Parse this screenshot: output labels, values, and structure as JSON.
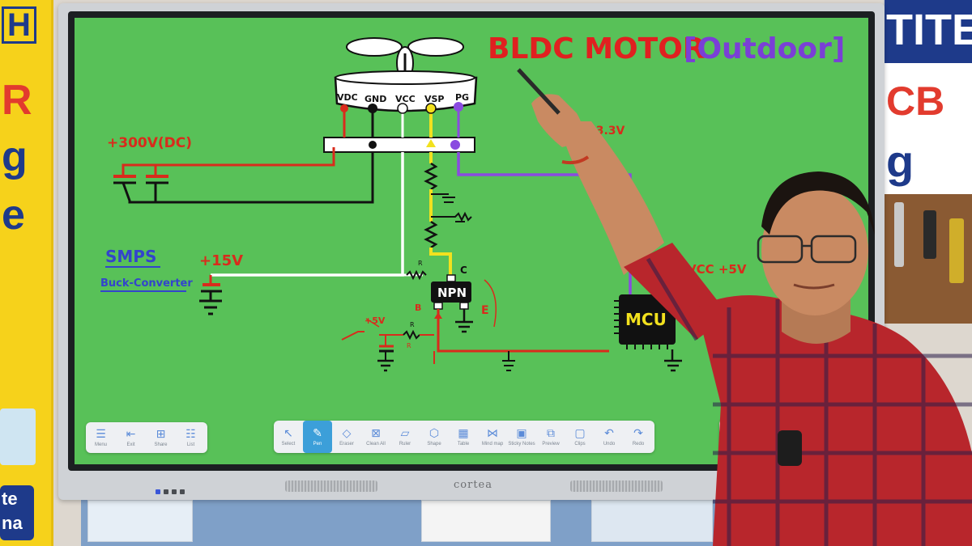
{
  "banner_left": {
    "letters": [
      "H",
      "R",
      "g",
      "e",
      "te",
      "na"
    ]
  },
  "banner_right": {
    "text1": "TITE",
    "text2": "CB",
    "text3": "g"
  },
  "monitor": {
    "brand": "cortea"
  },
  "whiteboard": {
    "title": "BLDC MOTOR",
    "subtitle": "[Outdoor]",
    "pins": [
      "VDC",
      "GND",
      "VCC",
      "VSP",
      "PG"
    ],
    "labels": {
      "dc300": "+300V(DC)",
      "smps": "SMPS",
      "buck": "Buck-Converter",
      "v15": "+15V",
      "v33": "+3.3V",
      "v5": "+5V",
      "vcc5": "VCC +5V",
      "npn": "NPN",
      "mcu": "MCU",
      "c": "C",
      "e": "E",
      "b": "B",
      "r1": "R",
      "r2": "R",
      "r3": "R"
    }
  },
  "toolbar_left": {
    "items": [
      {
        "icon": "☰",
        "label": "Menu"
      },
      {
        "icon": "⇤",
        "label": "Exit"
      },
      {
        "icon": "⊞",
        "label": "Share"
      },
      {
        "icon": "☷",
        "label": "List"
      }
    ]
  },
  "toolbar_main": {
    "items": [
      {
        "icon": "↖",
        "label": "Select"
      },
      {
        "icon": "✎",
        "label": "Pen"
      },
      {
        "icon": "◇",
        "label": "Eraser"
      },
      {
        "icon": "⊠",
        "label": "Clean All"
      },
      {
        "icon": "▱",
        "label": "Ruler"
      },
      {
        "icon": "⬡",
        "label": "Shape"
      },
      {
        "icon": "▦",
        "label": "Table"
      },
      {
        "icon": "⋈",
        "label": "Mind map"
      },
      {
        "icon": "▣",
        "label": "Sticky Notes"
      },
      {
        "icon": "⧉",
        "label": "Preview"
      },
      {
        "icon": "▢",
        "label": "Clips"
      },
      {
        "icon": "↶",
        "label": "Undo"
      },
      {
        "icon": "↷",
        "label": "Redo"
      }
    ]
  },
  "colors": {
    "board_green": "#58c158",
    "wire_red": "#d92b1c",
    "wire_yellow": "#f2e11e",
    "wire_purple": "#8a4be0",
    "wire_white": "#ffffff",
    "wire_black": "#111111",
    "title_red": "#e02020",
    "subtitle_purple": "#7a3fd6",
    "label_blue": "#3344cc"
  }
}
